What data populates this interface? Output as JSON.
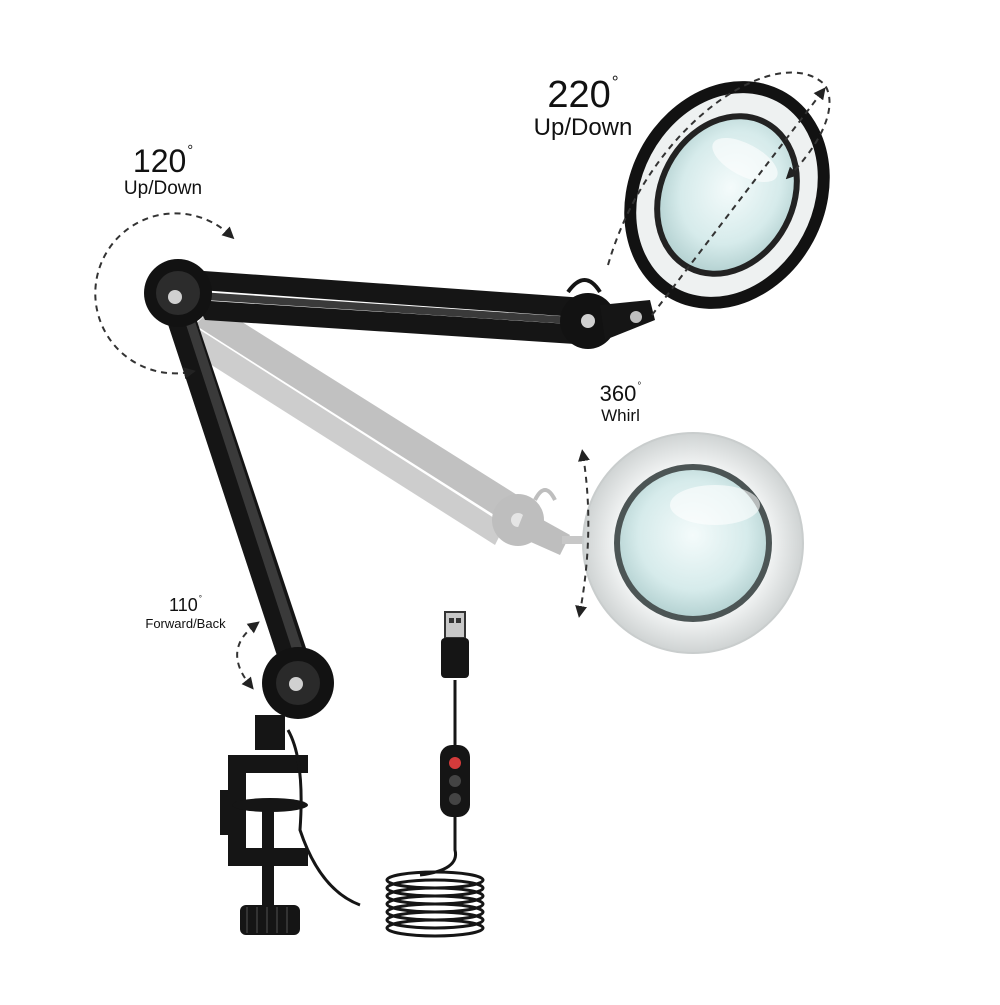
{
  "labels": {
    "rot220": {
      "value": "220",
      "unit": "°",
      "desc": "Up/Down"
    },
    "rot120": {
      "value": "120",
      "unit": "°",
      "desc": "Up/Down"
    },
    "rot360": {
      "value": "360",
      "unit": "°",
      "desc": "Whirl"
    },
    "rot110": {
      "value": "110",
      "unit": "°",
      "desc": "Forward/Back"
    }
  },
  "colors": {
    "arm_black": "#151515",
    "arm_ghost": "#9a9a9a",
    "ring_glow": "#e9ecec",
    "lens_tint": "#cfe6e6",
    "indicator_red": "#d43b3b"
  }
}
